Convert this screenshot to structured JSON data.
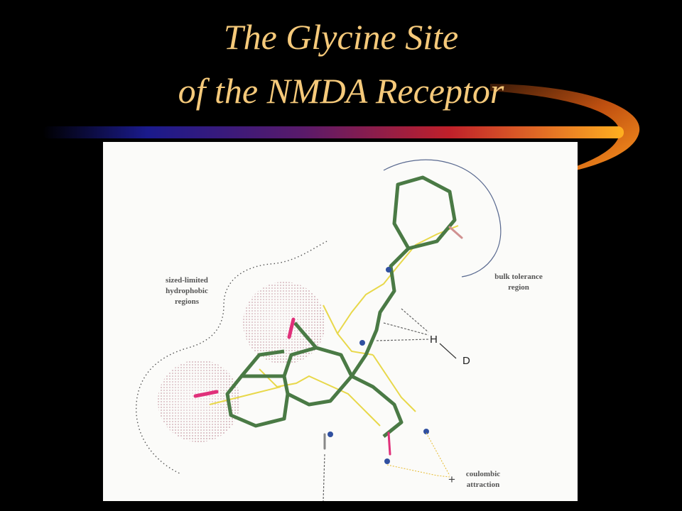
{
  "slide": {
    "title_line1": "The Glycine Site",
    "title_line2": "of the NMDA Receptor",
    "colors": {
      "background": "#000000",
      "title": "#f5c97a",
      "swoosh_start": "#1a1a8c",
      "swoosh_end": "#ffb020"
    }
  },
  "figure": {
    "label_sized_limited": "sized-limited",
    "label_hydrophobic": "hydrophobic",
    "label_regions": "regions",
    "label_bulk_tolerance": "bulk tolerance",
    "label_region": "region",
    "label_coulombic": "coulombic",
    "label_attraction": "attraction",
    "atom_h": "H",
    "atom_d": "D",
    "plus_sign": "+",
    "colors": {
      "ligand_green": "#4a7a45",
      "ligand_yellow": "#e8d84a",
      "sphere_dots": "#b07080",
      "oxygen": "#e0307a",
      "nitrogen": "#3050a0"
    }
  }
}
